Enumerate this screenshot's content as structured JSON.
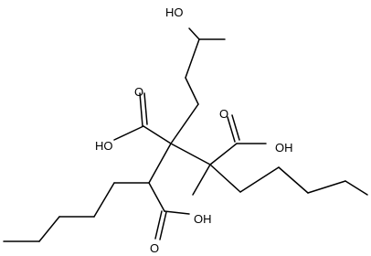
{
  "labels": {
    "hydroxyl": "HO",
    "carboxyl_upper_left": "HO",
    "carboxyl_upper_left_o": "O",
    "carboxyl_upper_right": "OH",
    "carboxyl_upper_right_o": "O",
    "carboxyl_lower": "OH",
    "carboxyl_lower_o": "O"
  }
}
